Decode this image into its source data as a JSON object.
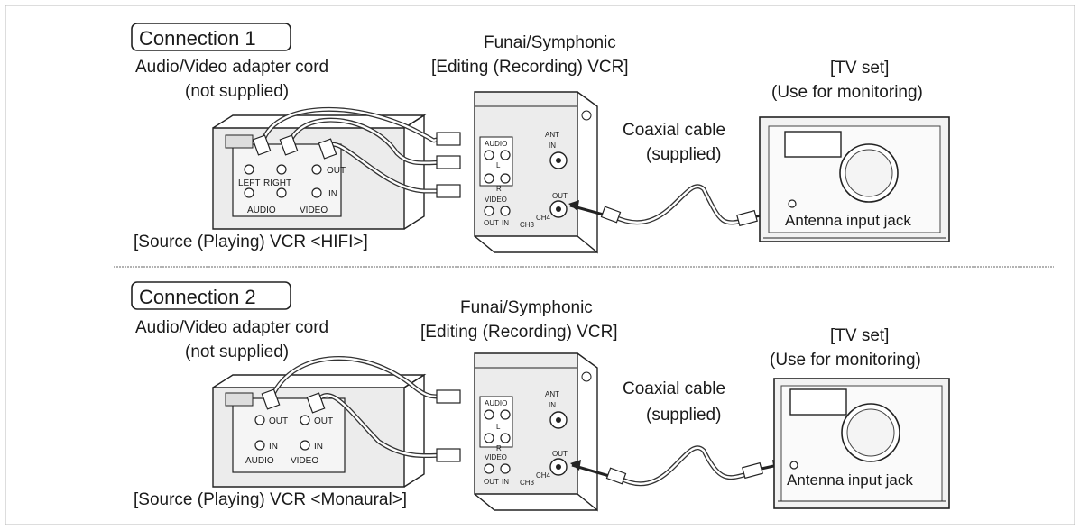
{
  "panels": [
    {
      "connection_label": "Connection 1",
      "adapter_line1": "Audio/Video adapter cord",
      "adapter_line2": "(not supplied)",
      "editing_line1": "Funai/Symphonic",
      "editing_line2": "[Editing (Recording) VCR]",
      "tv_line1": "[TV set]",
      "tv_line2": "(Use for monitoring)",
      "coax_line1": "Coaxial cable",
      "coax_line2": "(supplied)",
      "antenna_label": "Antenna input jack",
      "source_label": "[Source (Playing) VCR <HIFI>]",
      "jack_left": "LEFT",
      "jack_right": "RIGHT",
      "jack_out": "OUT",
      "jack_in": "IN",
      "jack_audio": "AUDIO",
      "jack_video": "VIDEO",
      "rear_audio": "AUDIO",
      "rear_video": "VIDEO",
      "rear_ant": "ANT",
      "rear_in": "IN",
      "rear_out": "OUT",
      "rear_l": "L",
      "rear_r": "R",
      "rear_ch3": "CH3",
      "rear_ch4": "CH4"
    },
    {
      "connection_label": "Connection 2",
      "adapter_line1": "Audio/Video adapter cord",
      "adapter_line2": "(not supplied)",
      "editing_line1": "Funai/Symphonic",
      "editing_line2": "[Editing (Recording) VCR]",
      "tv_line1": "[TV set]",
      "tv_line2": "(Use for monitoring)",
      "coax_line1": "Coaxial cable",
      "coax_line2": "(supplied)",
      "antenna_label": "Antenna input jack",
      "source_label": "[Source (Playing) VCR <Monaural>]",
      "jack_out_a": "OUT",
      "jack_out_b": "OUT",
      "jack_in_a": "IN",
      "jack_in_b": "IN",
      "jack_audio": "AUDIO",
      "jack_video": "VIDEO",
      "rear_audio": "AUDIO",
      "rear_video": "VIDEO",
      "rear_ant": "ANT",
      "rear_in": "IN",
      "rear_out": "OUT",
      "rear_l": "L",
      "rear_r": "R",
      "rear_ch3": "CH3",
      "rear_ch4": "CH4"
    }
  ],
  "colors": {
    "ink": "#222222",
    "panel_fill": "#ececec",
    "divider": "#9a9a9a"
  }
}
